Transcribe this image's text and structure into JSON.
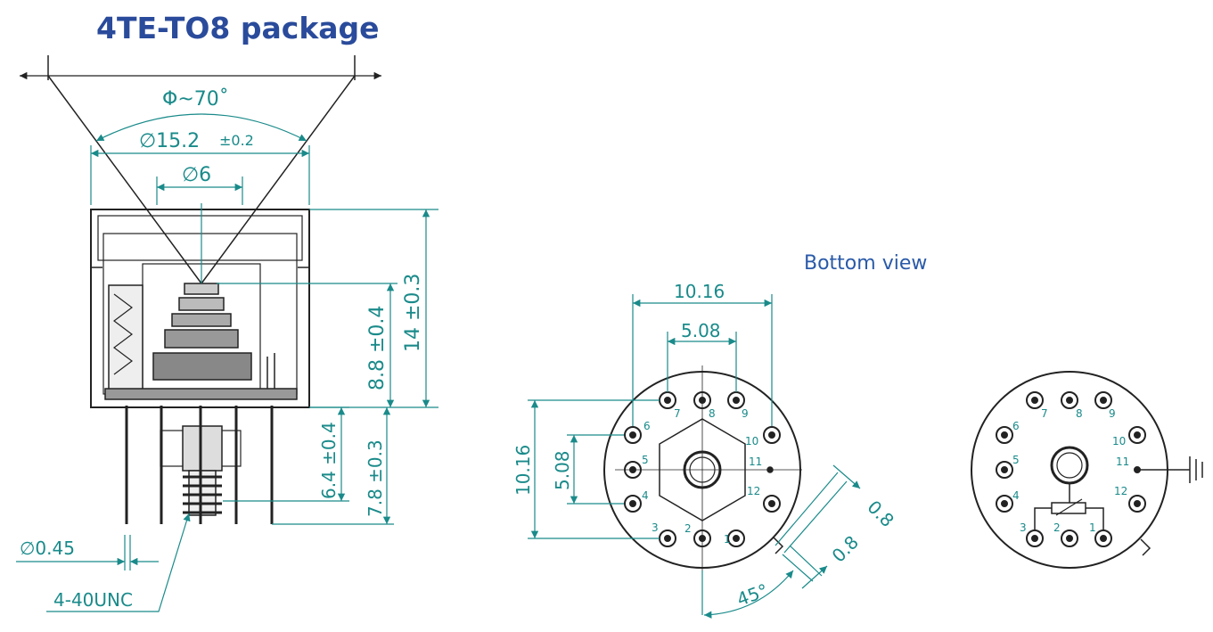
{
  "title": "4TE-TO8 package",
  "bottom_view_label": "Bottom view",
  "dimensions": {
    "view_angle": "Φ~70˚",
    "outer_diameter": "∅15.2",
    "outer_tol": "±0.2",
    "window_diameter": "∅6",
    "height_total": "14 ±0.3",
    "height_chip": "8.8 ±0.4",
    "pin_len_a": "6.4 ±0.4",
    "pin_len_b": "7.8 ±0.3",
    "pin_diameter": "∅0.45",
    "thread": "4-40UNC",
    "pin_circle_w": "10.16",
    "pin_pitch": "5.08",
    "pin_circle_h": "10.16",
    "pin_pitch_v": "5.08",
    "tab_a": "0.8",
    "tab_b": "0.8",
    "tab_angle": "45°"
  },
  "pins": {
    "p1": "1",
    "p2": "2",
    "p3": "3",
    "p4": "4",
    "p5": "5",
    "p6": "6",
    "p7": "7",
    "p8": "8",
    "p9": "9",
    "p10": "10",
    "p11": "11",
    "p12": "12"
  },
  "colors": {
    "title": "#2a4b9b",
    "dimension": "#1a8a8a",
    "line": "#222222"
  }
}
